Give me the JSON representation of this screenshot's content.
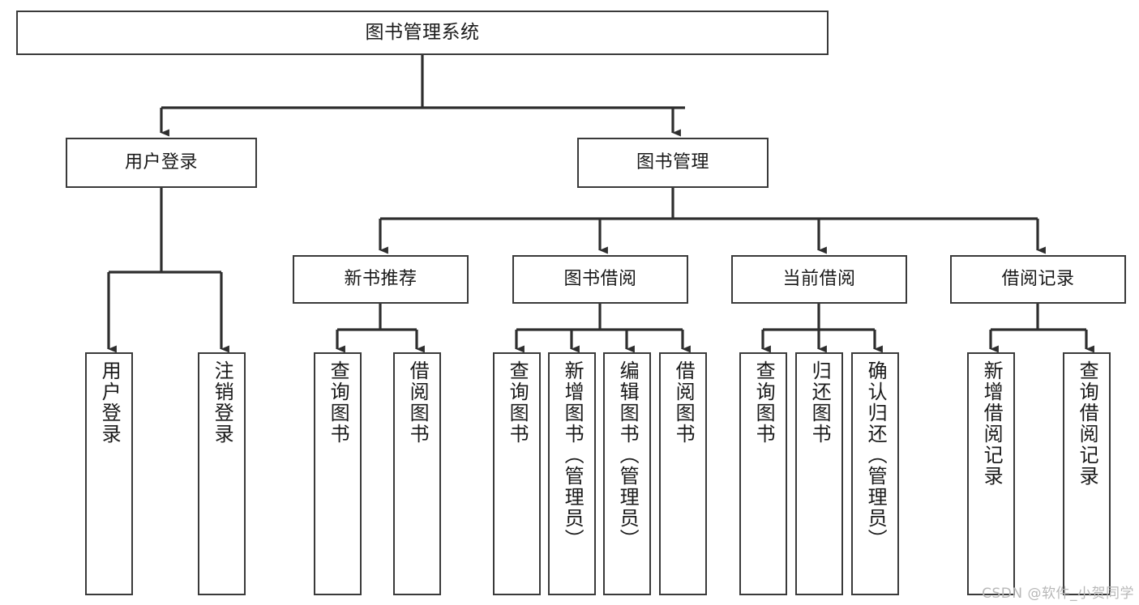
{
  "diagram": {
    "title": "图书管理系统",
    "type": "hierarchy-tree",
    "watermark": "CSDN @软件_小贺同学",
    "colors": {
      "box_border": "#3a3a3a",
      "box_fill": "#ffffff",
      "connector": "#2e2e2e",
      "text": "#1a1a1a",
      "watermark": "#b8b8b8"
    },
    "levels": {
      "level1": [
        {
          "id": "root",
          "label": "图书管理系统"
        }
      ],
      "level2": [
        {
          "id": "user-login",
          "label": "用户登录"
        },
        {
          "id": "book-manage",
          "label": "图书管理"
        }
      ],
      "level3": [
        {
          "id": "new-book-rec",
          "label": "新书推荐"
        },
        {
          "id": "book-borrow",
          "label": "图书借阅"
        },
        {
          "id": "current-borrow",
          "label": "当前借阅"
        },
        {
          "id": "borrow-record",
          "label": "借阅记录"
        }
      ],
      "level4": [
        {
          "id": "leaf-user-login",
          "label": "用户登录",
          "parent": "user-login"
        },
        {
          "id": "leaf-logout-login",
          "label": "注销登录",
          "parent": "user-login"
        },
        {
          "id": "leaf-query-book-1",
          "label": "查询图书",
          "parent": "new-book-rec"
        },
        {
          "id": "leaf-borrow-book-1",
          "label": "借阅图书",
          "parent": "new-book-rec"
        },
        {
          "id": "leaf-query-book-2",
          "label": "查询图书",
          "parent": "book-borrow"
        },
        {
          "id": "leaf-add-book",
          "label": "新增图书（管理员）",
          "parent": "book-borrow"
        },
        {
          "id": "leaf-edit-book",
          "label": "编辑图书（管理员）",
          "parent": "book-borrow"
        },
        {
          "id": "leaf-borrow-book-2",
          "label": "借阅图书",
          "parent": "book-borrow"
        },
        {
          "id": "leaf-query-book-3",
          "label": "查询图书",
          "parent": "current-borrow"
        },
        {
          "id": "leaf-return-book",
          "label": "归还图书",
          "parent": "current-borrow"
        },
        {
          "id": "leaf-confirm-return",
          "label": "确认归还（管理员）",
          "parent": "current-borrow"
        },
        {
          "id": "leaf-add-record",
          "label": "新增借阅记录",
          "parent": "borrow-record"
        },
        {
          "id": "leaf-query-record",
          "label": "查询借阅记录",
          "parent": "borrow-record"
        }
      ]
    }
  }
}
